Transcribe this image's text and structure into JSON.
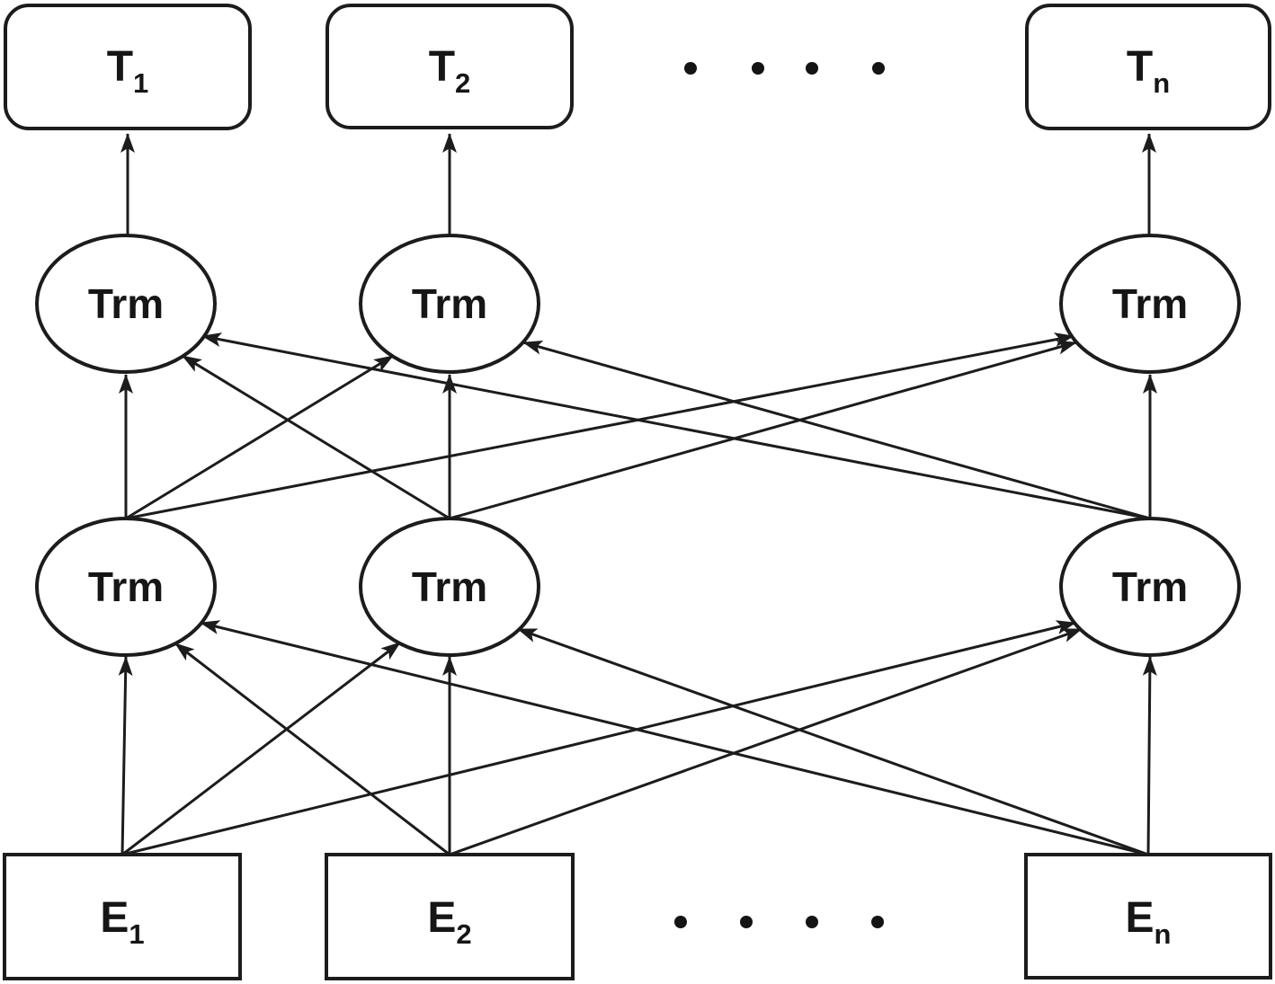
{
  "diagram": {
    "type": "neural-network-architecture",
    "colors": {
      "background": "#ffffff",
      "stroke": "#1c1c1c",
      "text": "#161616"
    },
    "output_layer": {
      "nodes": [
        {
          "base": "T",
          "sub": "1"
        },
        {
          "base": "T",
          "sub": "2"
        },
        {
          "base": "T",
          "sub": "n"
        }
      ],
      "ellipsis_dot_count": 4
    },
    "upper_transformer_layer": {
      "label": "Trm",
      "count": 3
    },
    "lower_transformer_layer": {
      "label": "Trm",
      "count": 3
    },
    "input_layer": {
      "nodes": [
        {
          "base": "E",
          "sub": "1"
        },
        {
          "base": "E",
          "sub": "2"
        },
        {
          "base": "E",
          "sub": "n"
        }
      ],
      "ellipsis_dot_count": 4
    },
    "edges": {
      "upper_trm_to_outputs": [
        {
          "from": "trm_upper_1",
          "to": "t_1"
        },
        {
          "from": "trm_upper_2",
          "to": "t_2"
        },
        {
          "from": "trm_upper_n",
          "to": "t_n"
        }
      ],
      "lower_trm_to_upper_trm": [
        {
          "from": "trm_lower_1",
          "to": "trm_upper_1"
        },
        {
          "from": "trm_lower_1",
          "to": "trm_upper_2"
        },
        {
          "from": "trm_lower_1",
          "to": "trm_upper_n"
        },
        {
          "from": "trm_lower_2",
          "to": "trm_upper_1"
        },
        {
          "from": "trm_lower_2",
          "to": "trm_upper_2"
        },
        {
          "from": "trm_lower_2",
          "to": "trm_upper_n"
        },
        {
          "from": "trm_lower_n",
          "to": "trm_upper_1"
        },
        {
          "from": "trm_lower_n",
          "to": "trm_upper_2"
        },
        {
          "from": "trm_lower_n",
          "to": "trm_upper_n"
        }
      ],
      "inputs_to_lower_trm": [
        {
          "from": "e_1",
          "to": "trm_lower_1"
        },
        {
          "from": "e_1",
          "to": "trm_lower_2"
        },
        {
          "from": "e_1",
          "to": "trm_lower_n"
        },
        {
          "from": "e_2",
          "to": "trm_lower_1"
        },
        {
          "from": "e_2",
          "to": "trm_lower_2"
        },
        {
          "from": "e_2",
          "to": "trm_lower_n"
        },
        {
          "from": "e_n",
          "to": "trm_lower_1"
        },
        {
          "from": "e_n",
          "to": "trm_lower_2"
        },
        {
          "from": "e_n",
          "to": "trm_lower_n"
        }
      ]
    }
  }
}
